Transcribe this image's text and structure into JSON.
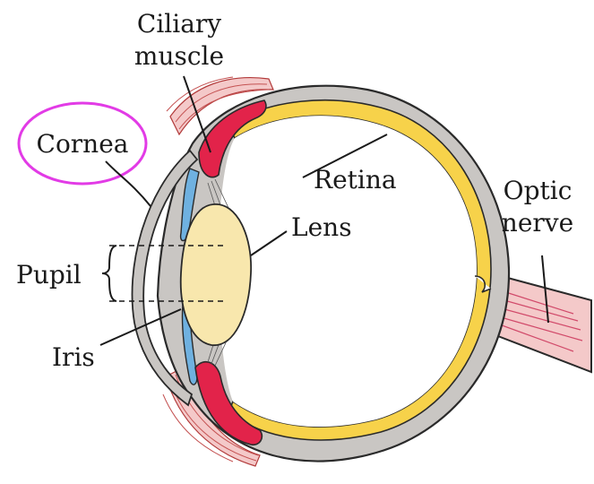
{
  "labels": {
    "ciliary_line1": "Ciliary",
    "ciliary_line2": "muscle",
    "cornea": "Cornea",
    "retina": "Retina",
    "optic_line1": "Optic",
    "optic_line2": "nerve",
    "lens": "Lens",
    "pupil": "Pupil",
    "iris": "Iris"
  },
  "colors": {
    "sclera": "#c9c6c3",
    "sclera_stroke": "#2a2a2a",
    "retina": "#f7d24a",
    "ciliary_muscle": "#e2234a",
    "iris": "#6fb1e0",
    "lens": "#f8e7ad",
    "extraocular_muscle": "#f4c9c9",
    "highlight_ellipse": "#e23be6"
  }
}
